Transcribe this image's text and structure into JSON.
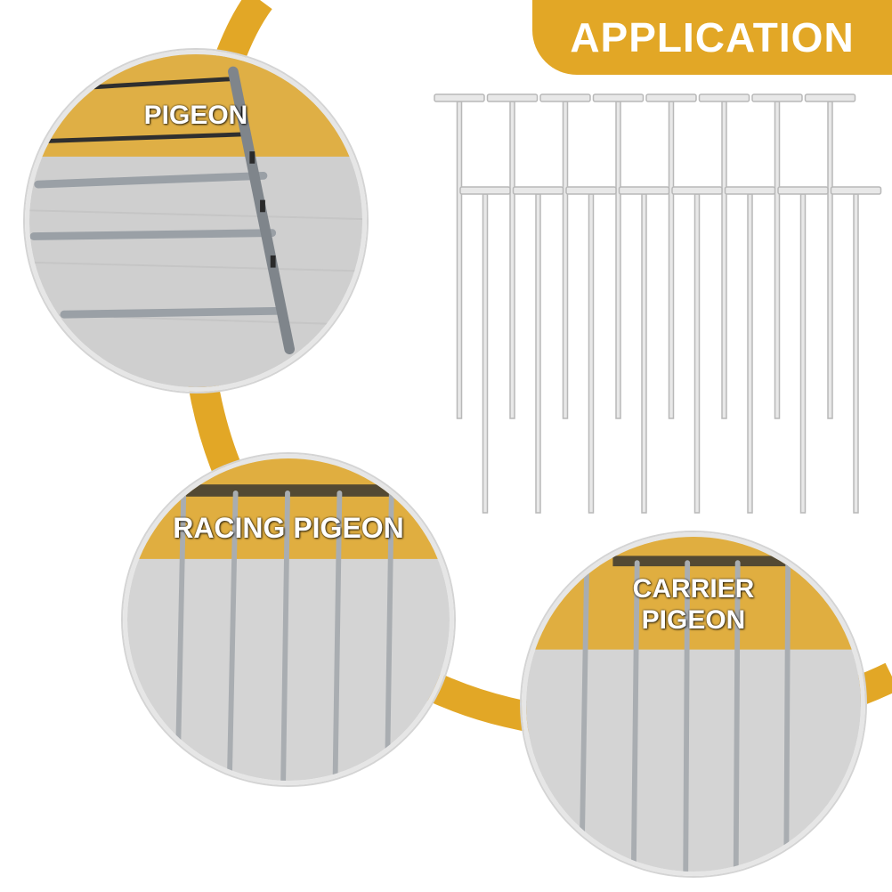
{
  "header": {
    "title": "APPLICATION"
  },
  "circles": [
    {
      "label": "PIGEON"
    },
    {
      "label": "RACING PIGEON"
    },
    {
      "label": "CARRIER\nPIGEON"
    }
  ],
  "colors": {
    "accent": "#E2A726",
    "backdrop": "#cfcfcf",
    "spike": "#e8e8e8",
    "spike_outline": "#b8b8b8",
    "dark_bar": "#2f2f2f"
  },
  "product": {
    "spike_count": 16,
    "rows": 2
  }
}
